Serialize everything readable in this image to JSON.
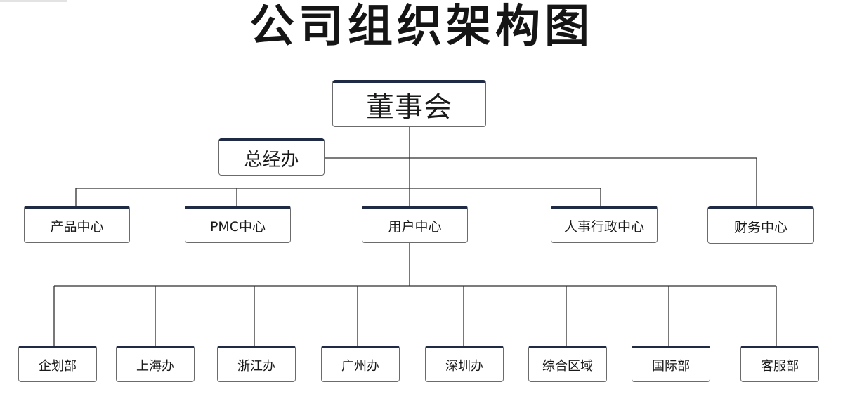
{
  "title": "公司组织架构图",
  "board": {
    "label": "董事会"
  },
  "general_office": {
    "label": "总经办"
  },
  "centers": [
    {
      "label": "产品中心"
    },
    {
      "label": "PMC中心"
    },
    {
      "label": "用户中心"
    },
    {
      "label": "人事行政中心"
    },
    {
      "label": "财务中心"
    }
  ],
  "departments": [
    {
      "label": "企划部"
    },
    {
      "label": "上海办"
    },
    {
      "label": "浙江办"
    },
    {
      "label": "广州办"
    },
    {
      "label": "深圳办"
    },
    {
      "label": "综合区域"
    },
    {
      "label": "国际部"
    },
    {
      "label": "客服部"
    }
  ],
  "colors": {
    "box_top_border": "#1f2a44",
    "lines": "#2f2f2f",
    "title": "#151515"
  }
}
